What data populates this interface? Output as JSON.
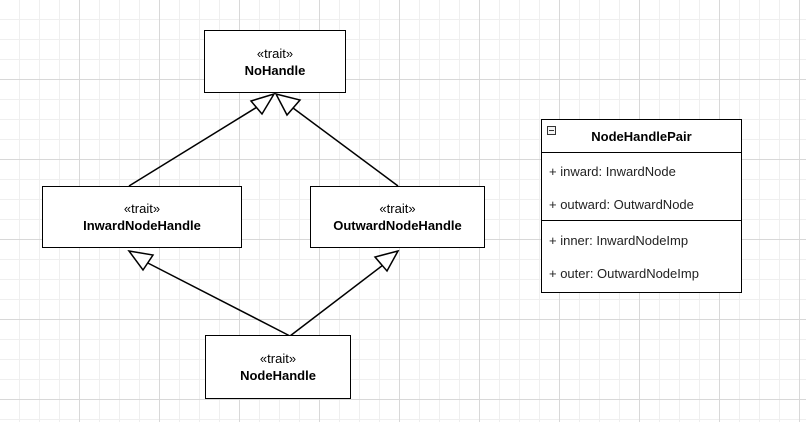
{
  "traits": [
    {
      "id": "nohandle",
      "stereotype": "«trait»",
      "name": "NoHandle"
    },
    {
      "id": "inward",
      "stereotype": "«trait»",
      "name": "InwardNodeHandle"
    },
    {
      "id": "outward",
      "stereotype": "«trait»",
      "name": "OutwardNodeHandle"
    },
    {
      "id": "nodehandle",
      "stereotype": "«trait»",
      "name": "NodeHandle"
    }
  ],
  "relations": [
    {
      "from": "InwardNodeHandle",
      "to": "NoHandle",
      "type": "inheritance"
    },
    {
      "from": "OutwardNodeHandle",
      "to": "NoHandle",
      "type": "inheritance"
    },
    {
      "from": "NodeHandle",
      "to": "InwardNodeHandle",
      "type": "inheritance"
    },
    {
      "from": "NodeHandle",
      "to": "OutwardNodeHandle",
      "type": "inheritance"
    }
  ],
  "class_box": {
    "title": "NodeHandlePair",
    "collapse_icon": "minus-square-icon",
    "attributes": [
      "+ inward: InwardNode",
      "+ outward: OutwardNode"
    ],
    "operations": [
      "+ inner: InwardNodeImp",
      "+ outer: OutwardNodeImp"
    ]
  },
  "colors": {
    "border": "#000000",
    "grid": "#d8d8d8",
    "background": "#ffffff"
  }
}
